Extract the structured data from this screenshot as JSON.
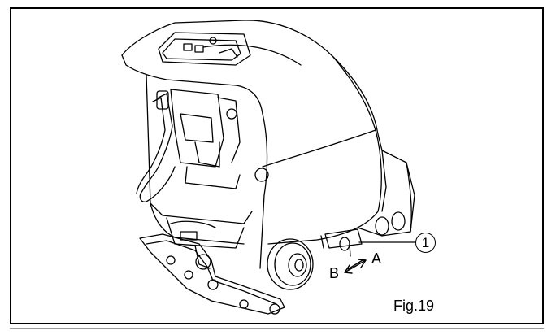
{
  "figure": {
    "caption": "Fig.19",
    "callouts": [
      {
        "number": "1"
      }
    ],
    "direction_labels": {
      "a": "A",
      "b": "B"
    }
  },
  "colors": {
    "line": "#000000",
    "background": "#ffffff",
    "frame": "#000000"
  }
}
